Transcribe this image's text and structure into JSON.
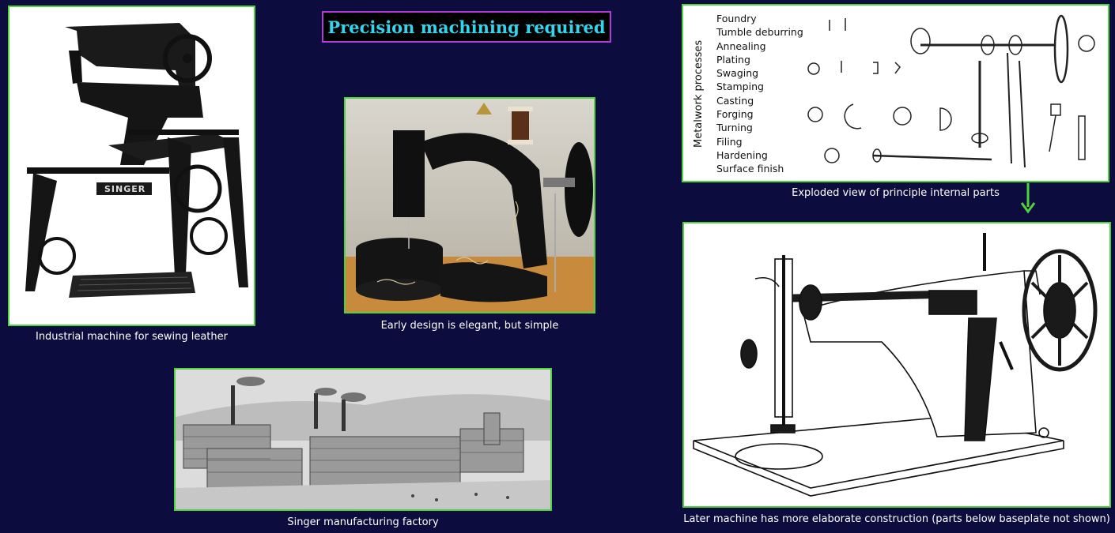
{
  "title": "Precision machining required",
  "captions": {
    "industrial": "Industrial machine for sewing leather",
    "early": "Early design is elegant, but simple",
    "exploded": "Exploded view of principle internal parts",
    "factory": "Singer manufacturing factory",
    "later": "Later machine has more elaborate construction (parts below baseplate not shown)"
  },
  "exploded_panel": {
    "axis_label": "Metalwork processes",
    "processes": [
      "Foundry",
      "Tumble deburring",
      "Annealing",
      "Plating",
      "Swaging",
      "Stamping",
      "Casting",
      "Forging",
      "Turning",
      "Filing",
      "Hardening",
      "Surface finish"
    ]
  },
  "branding": {
    "singer_text": "SINGER"
  },
  "colors": {
    "background": "#0c0d3e",
    "title_text": "#35d4ee",
    "title_border": "#b23bd8",
    "panel_border": "#4fd33c",
    "arrow": "#4fd33c"
  }
}
